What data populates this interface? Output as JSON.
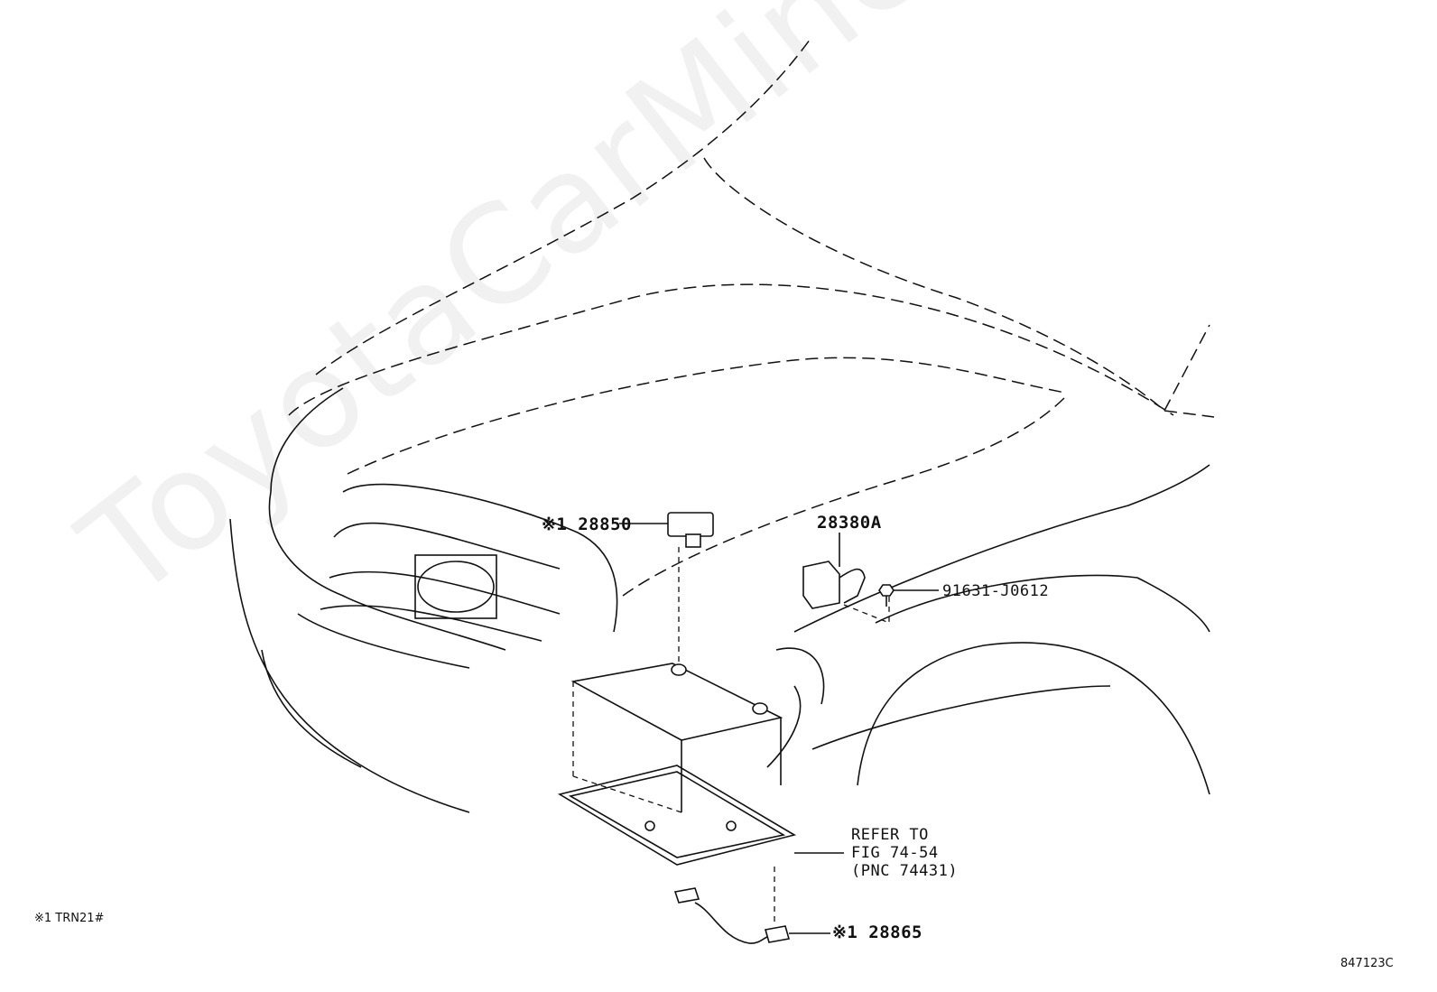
{
  "watermark": "ToyotaCarMine.ru",
  "labels": {
    "part_28850": "※1 28850",
    "part_28380a": "28380A",
    "part_91631": "91631-J0612",
    "refer_line1": "REFER TO",
    "refer_line2": "FIG 74-54",
    "refer_line3": "(PNC 74431)",
    "part_28865": "※1 28865"
  },
  "footnote": "※1 TRN21#",
  "figure_code": "847123C"
}
